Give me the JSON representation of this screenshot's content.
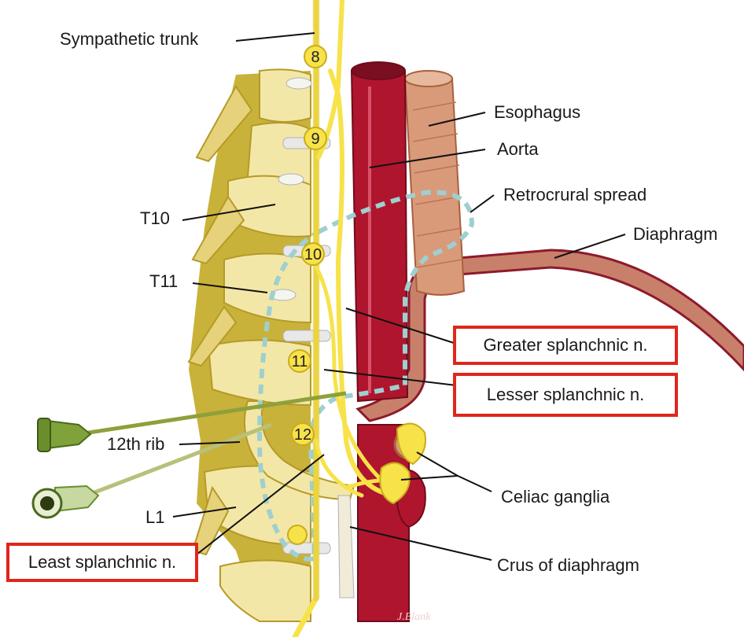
{
  "labels": {
    "sympathetic_trunk": "Sympathetic trunk",
    "esophagus": "Esophagus",
    "aorta": "Aorta",
    "retrocrural_spread": "Retrocrural spread",
    "diaphragm": "Diaphragm",
    "t10": "T10",
    "t11": "T11",
    "greater_splanchnic": "Greater splanchnic n.",
    "lesser_splanchnic": "Lesser splanchnic n.",
    "twelfth_rib": "12th rib",
    "celiac_ganglia": "Celiac ganglia",
    "l1": "L1",
    "least_splanchnic": "Least splanchnic n.",
    "crus_of_diaphragm": "Crus of diaphragm"
  },
  "ganglion_numbers": [
    "8",
    "9",
    "10",
    "11",
    "12"
  ],
  "signature": "J.Blank",
  "colors": {
    "nerve": "#f7e24a",
    "vertebra": "#f3e7a8",
    "vertebra_shadow": "#c9b23a",
    "aorta": "#b0152e",
    "esophagus": "#d99a7a",
    "diaphragm": "#c8806a",
    "spread": "#9fcfd0",
    "highlight_box": "#e0261b",
    "needle": "#8fa03a"
  }
}
